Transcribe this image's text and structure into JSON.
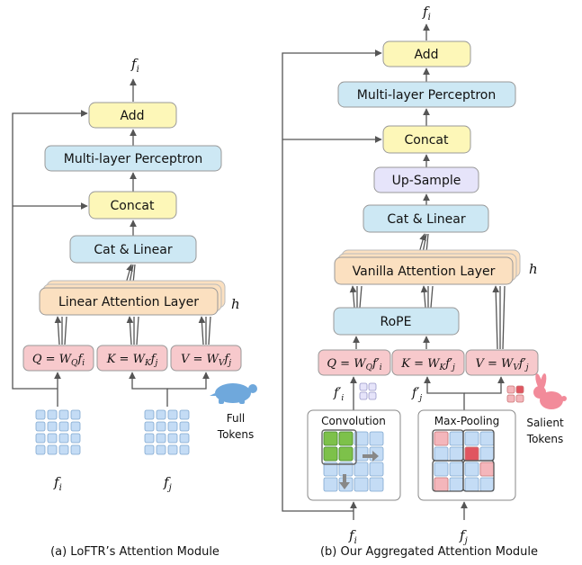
{
  "left": {
    "output_label": "f_i",
    "add": "Add",
    "mlp": "Multi-layer Perceptron",
    "concat": "Concat",
    "cat_linear": "Cat & Linear",
    "attention": "Linear Attention Layer",
    "heads": "h",
    "q": "Q = W_Q f_i",
    "k": "K = W_K f_j",
    "v": "V = W_V f_j",
    "fi": "f_i",
    "fj": "f_j",
    "tokens_label_1": "Full",
    "tokens_label_2": "Tokens",
    "caption": "(a) LoFTR’s Attention Module"
  },
  "right": {
    "output_label": "f_i",
    "add": "Add",
    "mlp": "Multi-layer Perceptron",
    "concat": "Concat",
    "upsample": "Up-Sample",
    "cat_linear": "Cat & Linear",
    "attention": "Vanilla Attention Layer",
    "heads": "h",
    "rope": "RoPE",
    "q": "Q = W_Q f_i'",
    "k": "K = W_K f_j'",
    "v": "V = W_V f_j'",
    "fi_prime": "f_i'",
    "fj_prime": "f_j'",
    "convolution": "Convolution",
    "maxpool": "Max-Pooling",
    "fi": "f_i",
    "fj": "f_j",
    "tokens_label_1": "Salient",
    "tokens_label_2": "Tokens",
    "caption": "(b) Our Aggregated Attention Module"
  },
  "colors": {
    "yellow": "#fdf7b8",
    "blue": "#cde8f4",
    "orange": "#fbe0c0",
    "pink": "#f7c9cc",
    "lavender": "#e6e4fa",
    "token_blue": "#c4dcf5",
    "green": "#7dc14a",
    "red": "#e05560",
    "turtle": "#6fa8dc",
    "rabbit": "#f28b9a"
  }
}
